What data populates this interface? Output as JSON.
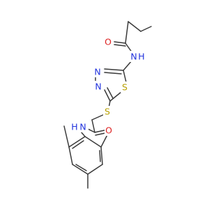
{
  "colors": {
    "bond": "#3a3a3a",
    "carbon": "#3a3a3a",
    "nitrogen": "#2233dd",
    "oxygen": "#dd2222",
    "sulfur": "#b8a000",
    "background": "#ffffff"
  },
  "atoms": {
    "o_top": {
      "symbol": "O",
      "element": "oxygen"
    },
    "nh_top": {
      "symbol": "N",
      "h": "H",
      "element": "nitrogen"
    },
    "n_ring_3": {
      "symbol": "N",
      "element": "nitrogen"
    },
    "n_ring_4": {
      "symbol": "N",
      "element": "nitrogen"
    },
    "s_ring": {
      "symbol": "S",
      "element": "sulfur"
    },
    "s_thioether": {
      "symbol": "S",
      "element": "sulfur"
    },
    "o_amide": {
      "symbol": "O",
      "element": "oxygen"
    },
    "nh_amide": {
      "symbol": "N",
      "h": "H",
      "element": "nitrogen"
    }
  }
}
